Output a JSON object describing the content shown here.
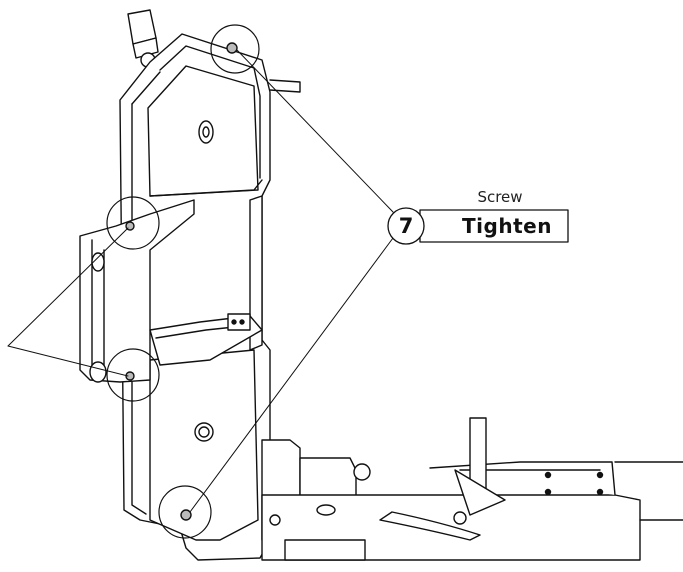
{
  "callout": {
    "part_label": "Screw",
    "step_number": "7",
    "action_label": "Tighten"
  }
}
